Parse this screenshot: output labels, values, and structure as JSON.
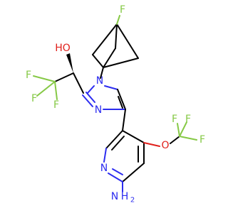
{
  "molecule": {
    "atoms": {
      "f_bicyclo": {
        "text": "F",
        "color": "#86c946"
      },
      "oh": {
        "text": "HO",
        "color": "#e0201b"
      },
      "f_a": {
        "text": "F",
        "color": "#86c946"
      },
      "f_b": {
        "text": "F",
        "color": "#86c946"
      },
      "f_c": {
        "text": "F",
        "color": "#86c946"
      },
      "n1": {
        "text": "N",
        "color": "#2d2df0"
      },
      "n3": {
        "text": "N",
        "color": "#2d2df0"
      },
      "n_py": {
        "text": "N",
        "color": "#2d2df0"
      },
      "nh2_n": {
        "text": "N",
        "color": "#2d2df0"
      },
      "nh2_h": {
        "text": "H",
        "color": "#2d2df0"
      },
      "nh2_2": {
        "text": "2",
        "color": "#2d2df0"
      },
      "o_ether": {
        "text": "O",
        "color": "#e0201b"
      },
      "f_d": {
        "text": "F",
        "color": "#86c946"
      },
      "f_e": {
        "text": "F",
        "color": "#86c946"
      },
      "f_f": {
        "text": "F",
        "color": "#86c946"
      }
    }
  }
}
